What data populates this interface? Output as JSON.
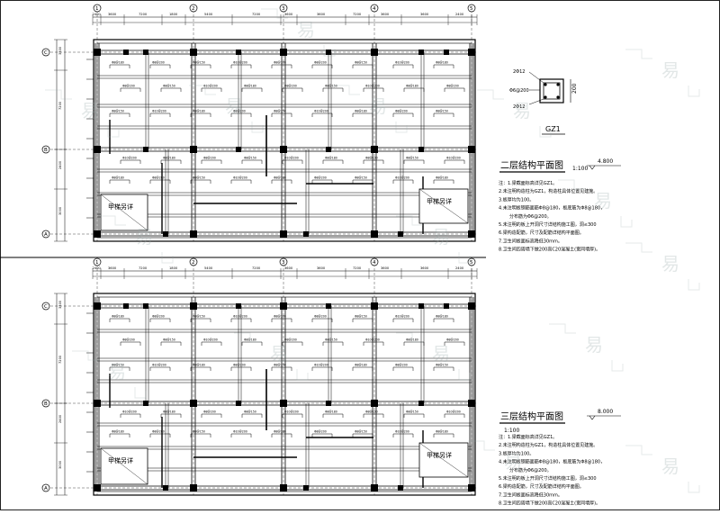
{
  "grid_x_labels": [
    "1",
    "2",
    "3",
    "4",
    "5"
  ],
  "grid_y_labels": [
    "C",
    "B",
    "A"
  ],
  "dims": {
    "top": [
      "2400",
      "3600",
      "7200",
      "1800",
      "5400",
      "7200",
      "3600",
      "3600",
      "7200",
      "3600",
      "3600",
      "2400"
    ]
  },
  "left_dims": [
    "3300",
    "7200",
    "2400",
    "3000"
  ],
  "column_detail": {
    "label": "GZ1",
    "note_top": "2Φ12",
    "note_mid": "Φ6@200",
    "note_bottom": "2Φ12",
    "size": "200"
  },
  "plan1": {
    "title": "二层结构平面图",
    "scale": "1:100",
    "elevation": "4.800",
    "stair_left": "甲梯另详",
    "stair_right": "甲梯另详",
    "notes": [
      "注：1.梁截面标高详见GZ1。",
      "2.未注明构造柱为GZ1，构造柱具体位置见建施。",
      "3.板厚均为100。",
      "4.未注明板钢筋面筋Φ8@180，板底筋为Φ8@180，",
      "分布筋为Φ6@200。",
      "5.未注明的板上开洞尺寸详结构施工图，洞≤300",
      "6.梁构造配筋，尺寸及配筋详结构平面图。",
      "7.卫生间板面标高降低30mm。",
      "8.卫生间四周墙下做200高C20混凝土(宽同墙厚)。"
    ]
  },
  "plan2": {
    "title": "三层结构平面图",
    "scale": "1:100",
    "elevation": "8.000",
    "stair_left": "甲梯另详",
    "stair_right": "甲梯另详",
    "notes": [
      "注：1.梁截面标高详见GZ1。",
      "2.未注明构造柱为GZ1，构造柱具体位置见建施。",
      "3.板厚均为100。",
      "4.未注明板钢筋面筋Φ8@180，板底筋为Φ8@180，",
      "分布筋为Φ6@200。",
      "5.未注明的板上开洞尺寸详结构施工图，洞≤300",
      "6.梁构造配筋，尺寸及配筋详结构平面图。",
      "7.卫生间板面标高降低30mm。",
      "8.卫生间四周墙下做200高C20混凝土(宽同墙厚)。"
    ]
  },
  "rebar_labels": [
    "Φ8@180",
    "Φ8@200",
    "Φ8@150",
    "Φ10@200"
  ],
  "watermark": "易"
}
